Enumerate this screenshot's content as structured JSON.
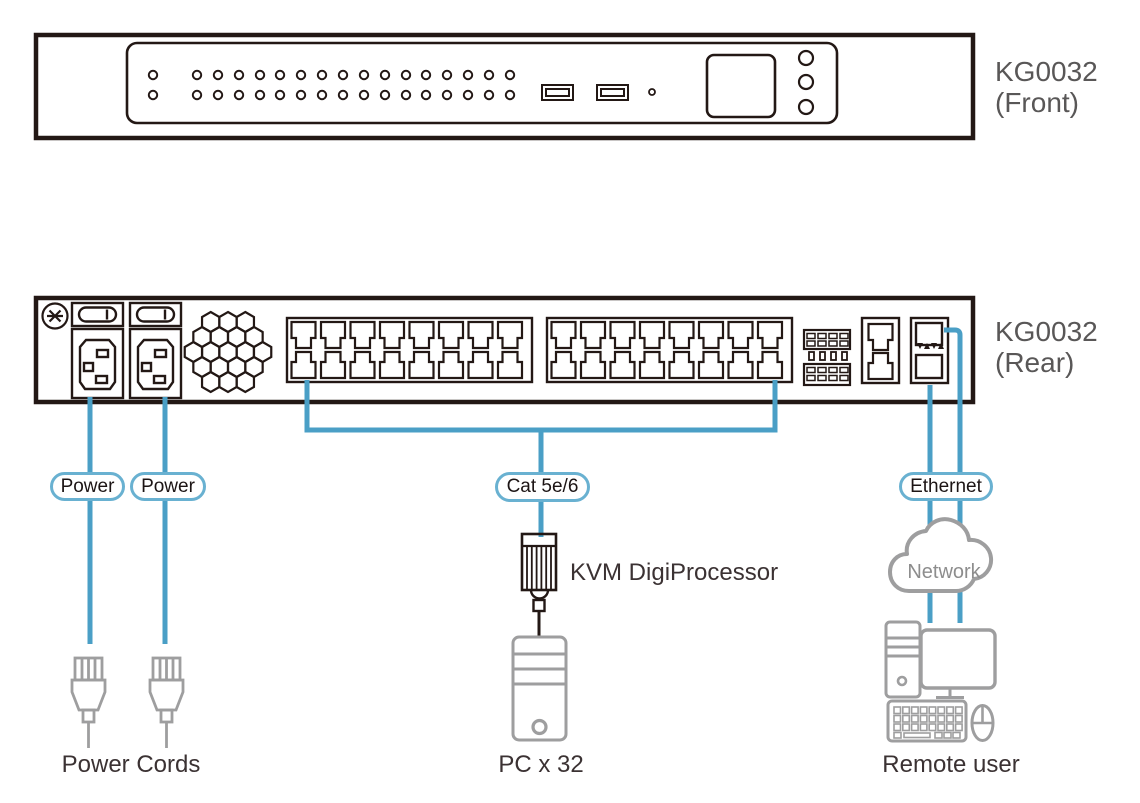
{
  "diagram": {
    "front_device": {
      "caption": "KG0032\n(Front)"
    },
    "rear_device": {
      "caption": "KG0032\n(Rear)"
    },
    "cable_labels": {
      "power1": "Power",
      "power2": "Power",
      "cat": "Cat 5e/6",
      "ethernet": "Ethernet"
    },
    "nodes": {
      "power_cords": "Power Cords",
      "pc": "PC x 32",
      "remote_user": "Remote user",
      "kvm_digiprocessor": "KVM DigiProcessor",
      "network": "Network"
    },
    "colors": {
      "cable": "#4A9FC6",
      "pill": "#69B1D1",
      "dark": "#231815",
      "gray": "#9E9E9F",
      "caption": "#595757",
      "net": "#8D8D8D",
      "label": "#3B3233"
    }
  }
}
